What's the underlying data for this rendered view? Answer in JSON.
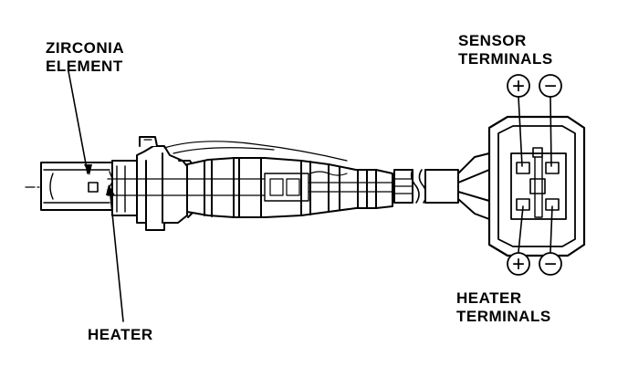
{
  "labels": {
    "zirconia_line1": "ZIRCONIA",
    "zirconia_line2": "ELEMENT",
    "heater": "HEATER",
    "sensor_line1": "SENSOR",
    "sensor_line2": "TERMINALS",
    "heater_terminals_line1": "HEATER",
    "heater_terminals_line2": "TERMINALS"
  },
  "terminal_symbols": {
    "sensor_positive": "+",
    "sensor_negative": "−",
    "heater_positive": "+",
    "heater_negative": "−"
  },
  "colors": {
    "ink": "#000000",
    "paper": "#ffffff"
  }
}
